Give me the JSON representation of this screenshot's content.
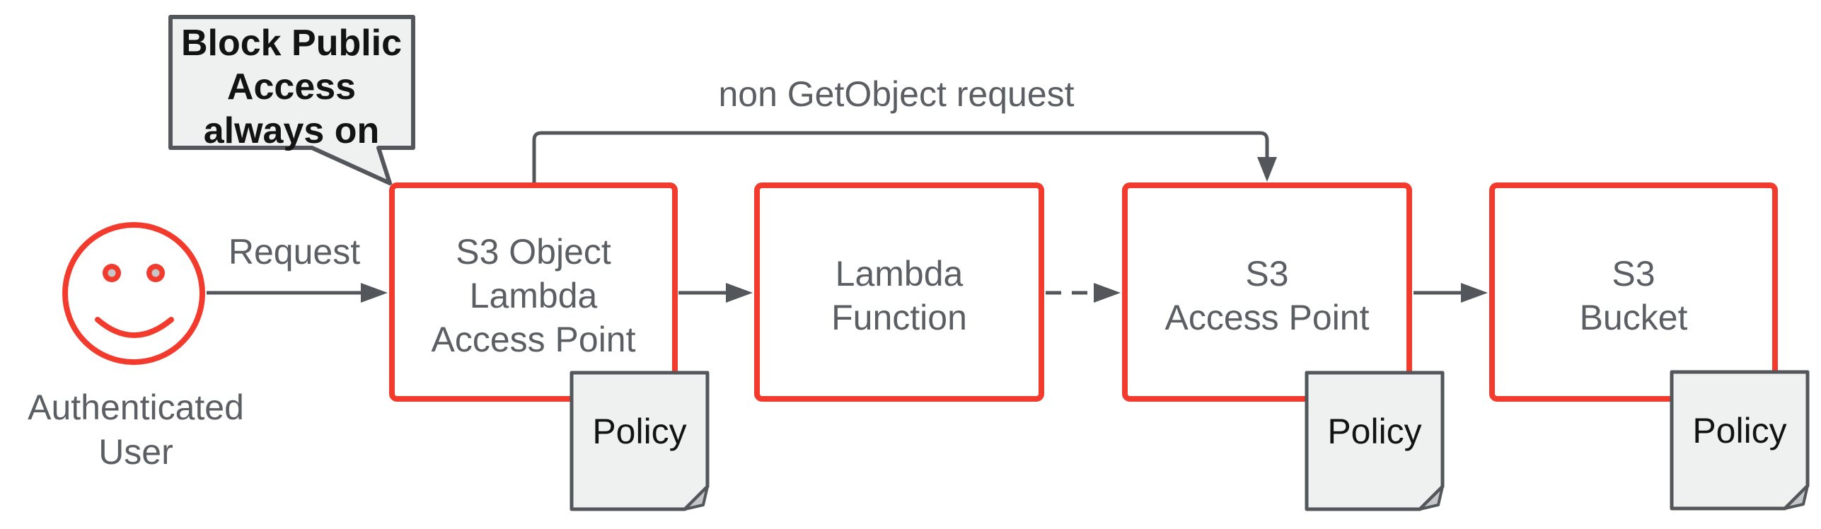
{
  "colors": {
    "accent_red": "#f23a2d",
    "line_dark": "#53565a",
    "label_grey": "#5b5f63",
    "panel_grey": "#eff1f1",
    "text_black": "#131313",
    "fold_grey": "#c3c7c7",
    "eye_dot_grey": "#c4c8c8"
  },
  "actor": {
    "name_line1": "Authenticated",
    "name_line2": "User"
  },
  "callout": {
    "line1": "Block Public",
    "line2": "Access",
    "line3": "always on"
  },
  "edges": {
    "request_label": "Request",
    "bypass_label": "non GetObject request"
  },
  "nodes": {
    "object_lambda_access_point": {
      "line1": "S3 Object",
      "line2": "Lambda",
      "line3": "Access Point",
      "policy_label": "Policy"
    },
    "lambda_function": {
      "line1": "Lambda",
      "line2": "Function"
    },
    "s3_access_point": {
      "line1": "S3",
      "line2": "Access Point",
      "policy_label": "Policy"
    },
    "s3_bucket": {
      "line1": "S3",
      "line2": "Bucket",
      "policy_label": "Policy"
    }
  }
}
